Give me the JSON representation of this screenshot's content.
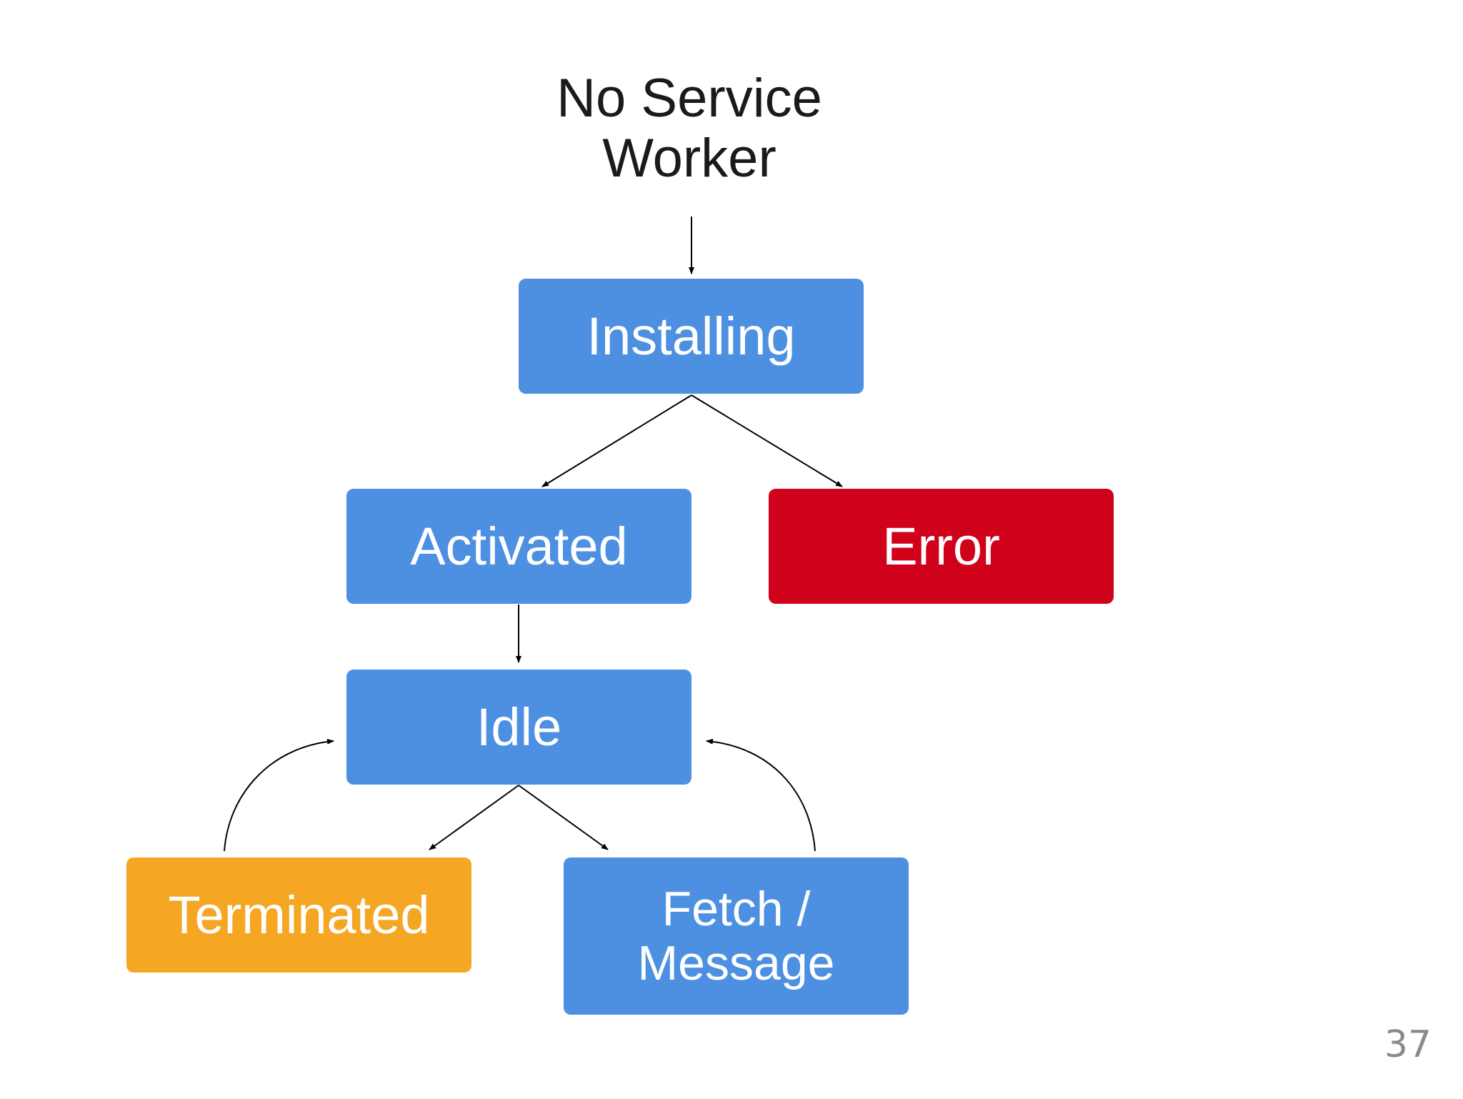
{
  "diagram": {
    "title_lines": [
      "No Service",
      "Worker"
    ],
    "nodes": {
      "installing": {
        "lines": [
          "Installing"
        ],
        "color": "#4d90e2"
      },
      "activated": {
        "lines": [
          "Activated"
        ],
        "color": "#4d90e2"
      },
      "error": {
        "lines": [
          "Error"
        ],
        "color": "#d0021b"
      },
      "idle": {
        "lines": [
          "Idle"
        ],
        "color": "#4d90e2"
      },
      "terminated": {
        "lines": [
          "Terminated"
        ],
        "color": "#f5a623"
      },
      "fetch_message": {
        "lines": [
          "Fetch /",
          "Message"
        ],
        "color": "#4d90e2"
      }
    },
    "edges": [
      {
        "from": "start",
        "to": "installing"
      },
      {
        "from": "installing",
        "to": "activated"
      },
      {
        "from": "installing",
        "to": "error"
      },
      {
        "from": "activated",
        "to": "idle"
      },
      {
        "from": "idle",
        "to": "terminated"
      },
      {
        "from": "idle",
        "to": "fetch_message"
      },
      {
        "from": "terminated",
        "to": "idle"
      },
      {
        "from": "fetch_message",
        "to": "idle"
      }
    ],
    "edge_color": "#000000"
  },
  "page_number": "37"
}
